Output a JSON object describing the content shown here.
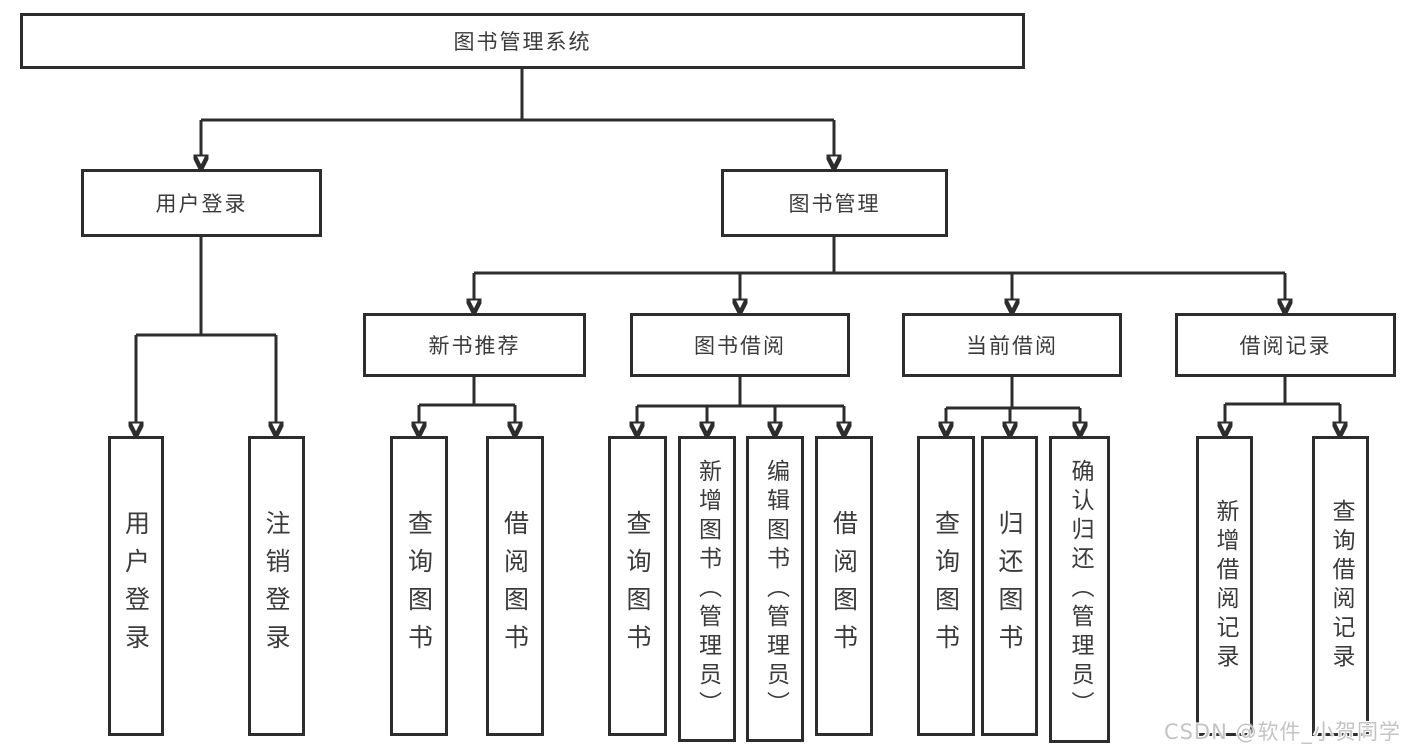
{
  "diagram": {
    "title": "图书管理系统",
    "root": {
      "label": "图书管理系统"
    },
    "branches": [
      {
        "label": "用户登录",
        "children": [
          {
            "label": "用户登录"
          },
          {
            "label": "注销登录"
          }
        ]
      },
      {
        "label": "图书管理",
        "sections": [
          {
            "label": "新书推荐",
            "children": [
              {
                "label": "查询图书"
              },
              {
                "label": "借阅图书"
              }
            ]
          },
          {
            "label": "图书借阅",
            "children": [
              {
                "label": "查询图书"
              },
              {
                "label": "新增图书（管理员）"
              },
              {
                "label": "编辑图书（管理员）"
              },
              {
                "label": "借阅图书"
              }
            ]
          },
          {
            "label": "当前借阅",
            "children": [
              {
                "label": "查询图书"
              },
              {
                "label": "归还图书"
              },
              {
                "label": "确认归还（管理员）"
              }
            ]
          },
          {
            "label": "借阅记录",
            "children": [
              {
                "label": "新增借阅记录"
              },
              {
                "label": "查询借阅记录"
              }
            ]
          }
        ]
      }
    ]
  },
  "watermark": {
    "text": "CSDN @软件_小贺同学"
  },
  "colors": {
    "line": "#2d2d2d",
    "text": "#3b3b3b",
    "watermark": "#c4c4c4",
    "background": "#ffffff"
  }
}
